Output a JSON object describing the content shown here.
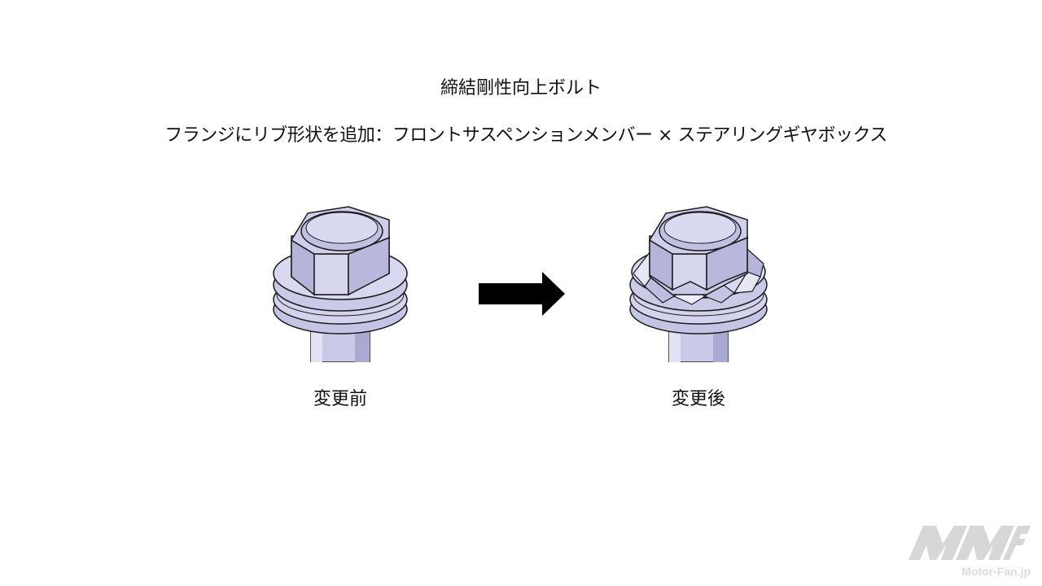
{
  "title": "締結剛性向上ボルト",
  "subtitle": "フランジにリブ形状を追加：フロントサスペンションメンバー × ステアリングギヤボックス",
  "before": {
    "caption": "変更前"
  },
  "after": {
    "caption": "変更後"
  },
  "watermark": {
    "text": "Motor-Fan.jp"
  },
  "colors": {
    "bolt_fill": "#c9c9e8",
    "bolt_shade": "#a9a9d2",
    "bolt_light": "#e2e2f5",
    "outline": "#1a1a1a",
    "arrow": "#000000"
  }
}
